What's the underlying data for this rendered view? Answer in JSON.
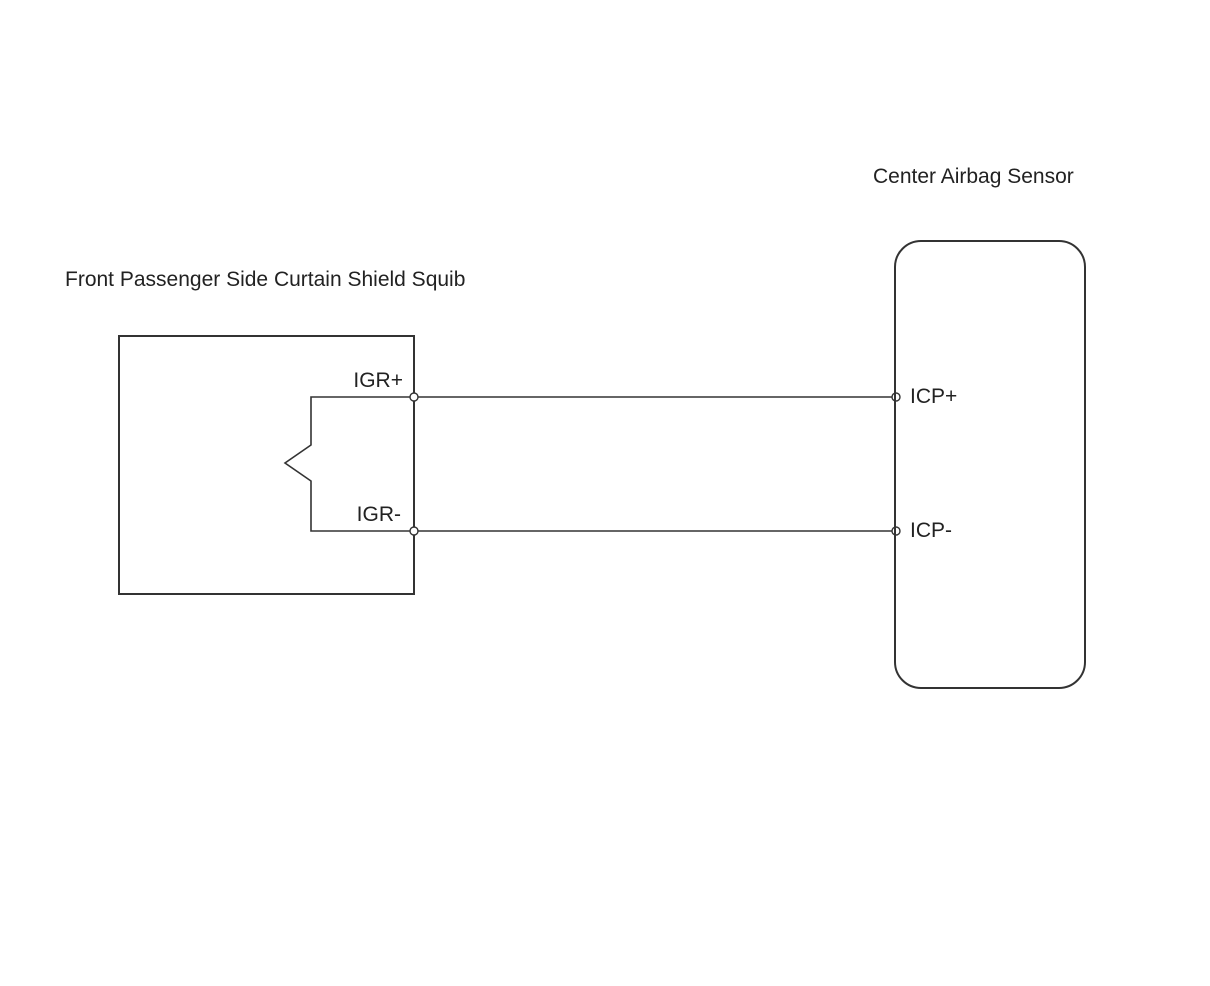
{
  "components": {
    "squib": {
      "title": "Front Passenger Side Curtain Shield Squib",
      "pin_pos": "IGR+",
      "pin_neg": "IGR-"
    },
    "sensor": {
      "title": "Center Airbag Sensor",
      "pin_pos": "ICP+",
      "pin_neg": "ICP-"
    }
  },
  "colors": {
    "line": "#333333",
    "text": "#222222",
    "background": "#ffffff"
  }
}
